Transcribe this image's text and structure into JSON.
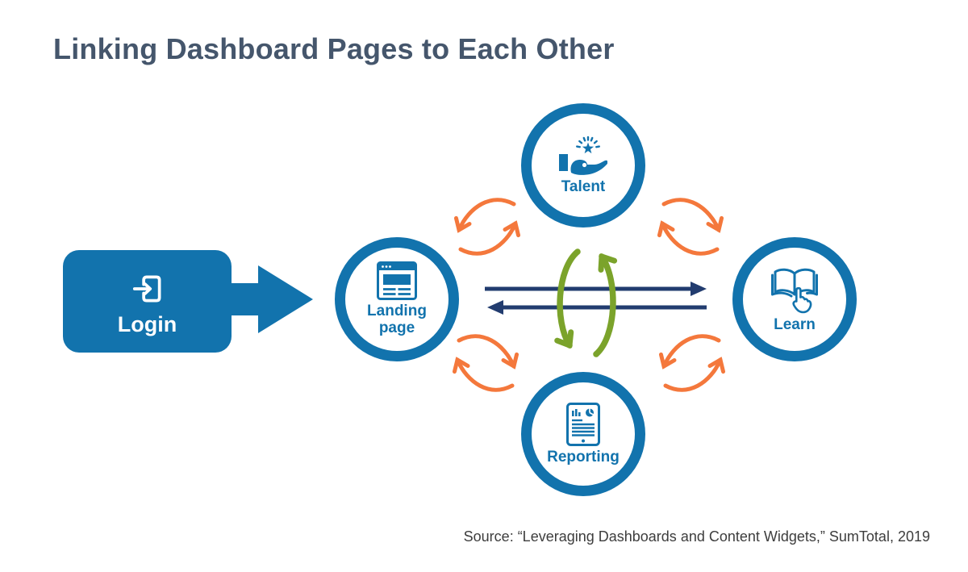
{
  "title": "Linking Dashboard Pages to Each Other",
  "login": {
    "label": "Login",
    "icon": "sign-in-icon"
  },
  "flow": {
    "nodes": [
      {
        "id": "talent",
        "label": "Talent",
        "icon": "hand-presenting-star-icon"
      },
      {
        "id": "landing-page",
        "label": "Landing page",
        "icon": "browser-window-icon"
      },
      {
        "id": "learn",
        "label": "Learn",
        "icon": "open-book-click-icon"
      },
      {
        "id": "reporting",
        "label": "Reporting",
        "icon": "tablet-report-icon"
      }
    ],
    "connections": [
      {
        "from": "login",
        "to": "landing-page",
        "style": "solid-block-arrow",
        "color": "#1273ad"
      },
      {
        "from": "landing-page",
        "to": "learn",
        "style": "two-way-straight-arrows",
        "color": "#223c6f"
      },
      {
        "from": "talent",
        "to": "reporting",
        "style": "two-way-cycle-arrows",
        "color": "#7ba32b"
      },
      {
        "from": "landing-page",
        "to": "talent",
        "style": "two-way-cycle-arrows",
        "color": "#f4783c"
      },
      {
        "from": "talent",
        "to": "learn",
        "style": "two-way-cycle-arrows",
        "color": "#f4783c"
      },
      {
        "from": "landing-page",
        "to": "reporting",
        "style": "two-way-cycle-arrows",
        "color": "#f4783c"
      },
      {
        "from": "reporting",
        "to": "learn",
        "style": "two-way-cycle-arrows",
        "color": "#f4783c"
      }
    ]
  },
  "source": "Source: “Leveraging Dashboards and Content Widgets,” SumTotal, 2019",
  "colors": {
    "node_blue": "#1273ad",
    "navy_arrow": "#223c6f",
    "green_arrow": "#7ba32b",
    "orange_arrow": "#f4783c",
    "title_text": "#45566c",
    "source_text": "#3d3d3d",
    "background": "#ffffff"
  }
}
